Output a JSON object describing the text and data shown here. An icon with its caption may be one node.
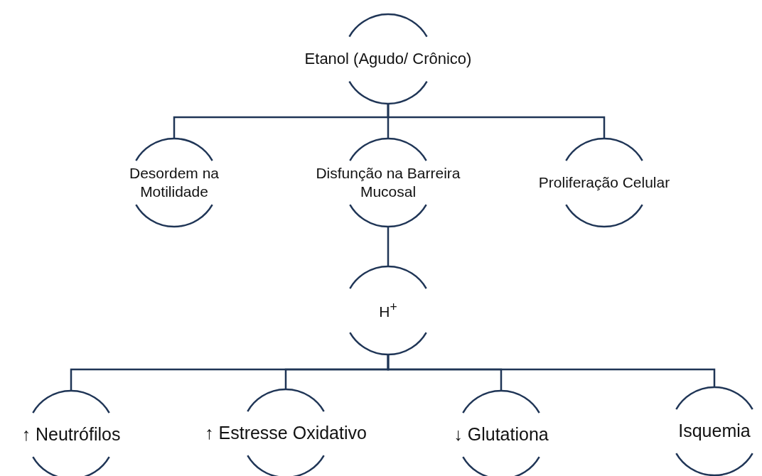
{
  "diagram": {
    "nodes": [
      {
        "text": [
          "Etanol (Agudo/ Crônico)"
        ]
      },
      {
        "text": [
          "Desordem na Motilidade"
        ]
      },
      {
        "text": [
          "Disfunção na Barreira Mucosal"
        ]
      },
      {
        "text": [
          "Proliferação Celular"
        ]
      },
      {
        "text": [
          "H$^{+}$"
        ]
      },
      {
        "text": [
          "↑ Neutrófilos"
        ]
      },
      {
        "text": [
          "↑ Estresse Oxidativo"
        ]
      },
      {
        "text": [
          "↓ Glutationa"
        ]
      },
      {
        "text": [
          "Isquemia"
        ]
      }
    ],
    "edges": [
      {
        "from": 0,
        "to": 1,
        "arrow": "none"
      },
      {
        "from": 0,
        "to": 2,
        "arrow": "none"
      },
      {
        "from": 0,
        "to": 3,
        "arrow": "none"
      },
      {
        "from": 2,
        "to": 4,
        "arrow": "none"
      },
      {
        "from": 4,
        "to": 5,
        "arrow": "none"
      },
      {
        "from": 4,
        "to": 6,
        "arrow": "none"
      },
      {
        "from": 4,
        "to": 7,
        "arrow": "none"
      },
      {
        "from": 4,
        "to": 8,
        "arrow": "none"
      }
    ]
  }
}
